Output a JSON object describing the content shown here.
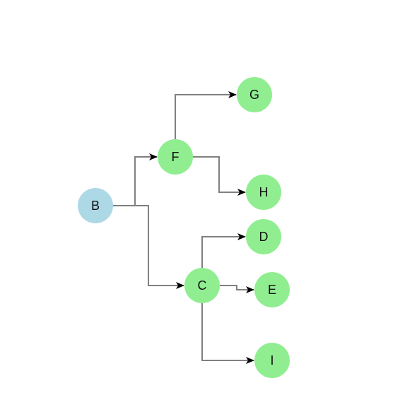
{
  "diagram": {
    "type": "tree",
    "edge_color": "#808080",
    "nodes": [
      {
        "id": "B",
        "label": "B",
        "color": "#add8e6"
      },
      {
        "id": "F",
        "label": "F",
        "color": "#90ee90"
      },
      {
        "id": "G",
        "label": "G",
        "color": "#90ee90"
      },
      {
        "id": "H",
        "label": "H",
        "color": "#90ee90"
      },
      {
        "id": "C",
        "label": "C",
        "color": "#90ee90"
      },
      {
        "id": "D",
        "label": "D",
        "color": "#90ee90"
      },
      {
        "id": "E",
        "label": "E",
        "color": "#90ee90"
      },
      {
        "id": "I",
        "label": "I",
        "color": "#90ee90"
      }
    ],
    "edges": [
      {
        "from": "B",
        "to": "F"
      },
      {
        "from": "B",
        "to": "C"
      },
      {
        "from": "F",
        "to": "G"
      },
      {
        "from": "F",
        "to": "H"
      },
      {
        "from": "C",
        "to": "D"
      },
      {
        "from": "C",
        "to": "E"
      },
      {
        "from": "C",
        "to": "I"
      }
    ]
  }
}
